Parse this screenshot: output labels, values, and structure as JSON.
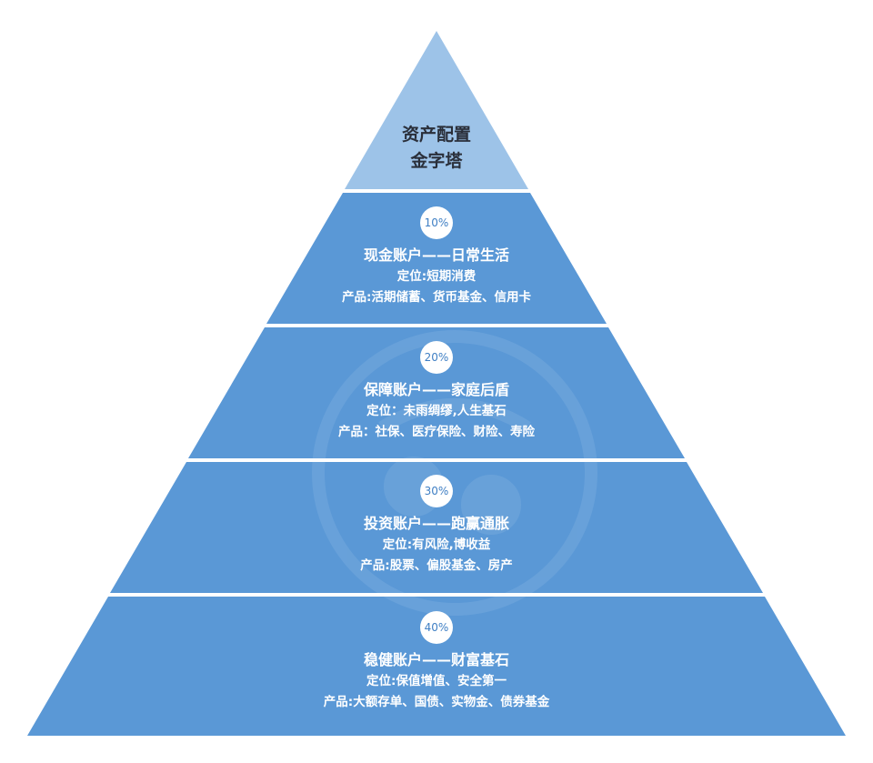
{
  "apex": {
    "title_line1": "资产配置",
    "title_line2": "金字塔",
    "color": "#9dc3e8"
  },
  "layers": [
    {
      "percent": "10%",
      "account": "现金账户——日常生活",
      "positioning": "定位:短期消费",
      "products": "产品:活期储蓄、货币基金、信用卡"
    },
    {
      "percent": "20%",
      "account": "保障账户——家庭后盾",
      "positioning": "定位：未雨绸缪,人生基石",
      "products": "产品：社保、医疗保险、财险、寿险"
    },
    {
      "percent": "30%",
      "account": "投资账户——跑赢通胀",
      "positioning": "定位:有风险,博收益",
      "products": "产品:股票、偏股基金、房产"
    },
    {
      "percent": "40%",
      "account": "稳健账户——财富基石",
      "positioning": "定位:保值增值、安全第一",
      "products": "产品:大额存单、国债、实物金、债券基金"
    }
  ],
  "colors": {
    "layer_fill": "#5a98d6",
    "badge_text": "#3f7fc4",
    "text": "#ffffff",
    "apex_text": "#2a2f3a"
  }
}
